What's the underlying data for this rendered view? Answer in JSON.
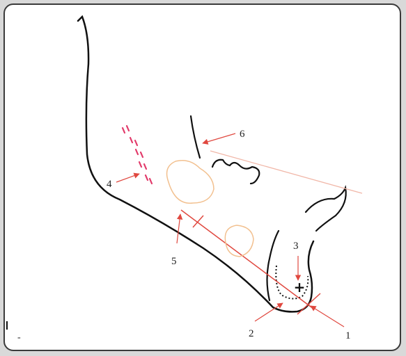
{
  "diagram": {
    "labels": {
      "l1": "1",
      "l2": "2",
      "l3": "3",
      "l4": "4",
      "l5": "5",
      "l6": "6"
    },
    "marker": "+",
    "corner_mark": "-",
    "colors": {
      "outline": "#111111",
      "arrow": "#e0483f",
      "dashes": "#e23a6a",
      "tooth_outline": "#f2c08f",
      "reference_line": "#f1b7a8"
    }
  }
}
